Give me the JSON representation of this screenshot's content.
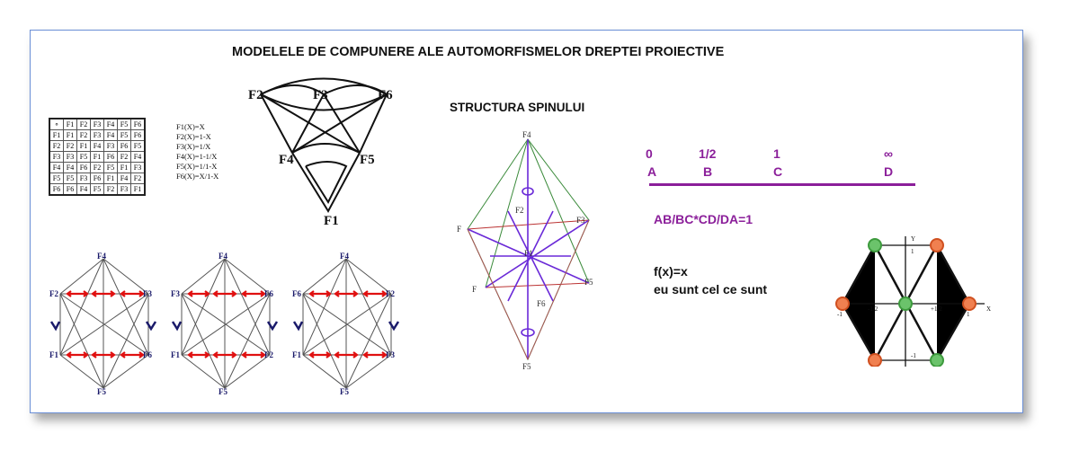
{
  "title": "MODELELE DE COMPUNERE ALE AUTOMORFISMELOR DREPTEI PROIECTIVE",
  "spin_title": "STRUCTURA SPINULUI",
  "table": {
    "header": [
      "∘",
      "F1",
      "F2",
      "F3",
      "F4",
      "F5",
      "F6"
    ],
    "rows": [
      [
        "F1",
        "F1",
        "F2",
        "F3",
        "F4",
        "F5",
        "F6"
      ],
      [
        "F2",
        "F2",
        "F1",
        "F4",
        "F3",
        "F6",
        "F5"
      ],
      [
        "F3",
        "F3",
        "F5",
        "F1",
        "F6",
        "F2",
        "F4"
      ],
      [
        "F4",
        "F4",
        "F6",
        "F2",
        "F5",
        "F1",
        "F3"
      ],
      [
        "F5",
        "F5",
        "F3",
        "F6",
        "F1",
        "F4",
        "F2"
      ],
      [
        "F6",
        "F6",
        "F4",
        "F5",
        "F2",
        "F3",
        "F1"
      ]
    ]
  },
  "functions": [
    "F1(X)=X",
    "F2(X)=1-X",
    "F3(X)=1/X",
    "F4(X)=1-1/X",
    "F5(X)=1/1-X",
    "F6(X)=X/1-X"
  ],
  "graph": {
    "labels": [
      "F2",
      "F3",
      "F6",
      "F4",
      "F5",
      "F1"
    ]
  },
  "hexagons": [
    {
      "top": "F4",
      "tl": "F2",
      "tr": "F3",
      "bl": "F1",
      "br": "F6",
      "bottom": "F5"
    },
    {
      "top": "F4",
      "tl": "F3",
      "tr": "F6",
      "bl": "F1",
      "br": "F2",
      "bottom": "F5"
    },
    {
      "top": "F4",
      "tl": "F6",
      "tr": "F2",
      "bl": "F1",
      "br": "F3",
      "bottom": "F5"
    }
  ],
  "spin": {
    "labels": [
      "F4",
      "F2",
      "F3",
      "F",
      "F1",
      "F",
      "F6",
      "F5",
      "F5"
    ]
  },
  "line": {
    "values": [
      "0",
      "1/2",
      "1",
      "∞"
    ],
    "points": [
      "A",
      "B",
      "C",
      "D"
    ],
    "color": "#8b1f9a"
  },
  "ratio": "AB/BC*CD/DA=1",
  "fx": "f(x)=x",
  "motto": "eu sunt cel ce sunt",
  "hex_plane": {
    "axis_y": "Y",
    "axis_x": "X",
    "ticks": [
      "1",
      "-1/2",
      "+1/2",
      "-1",
      "1",
      "-1"
    ]
  }
}
